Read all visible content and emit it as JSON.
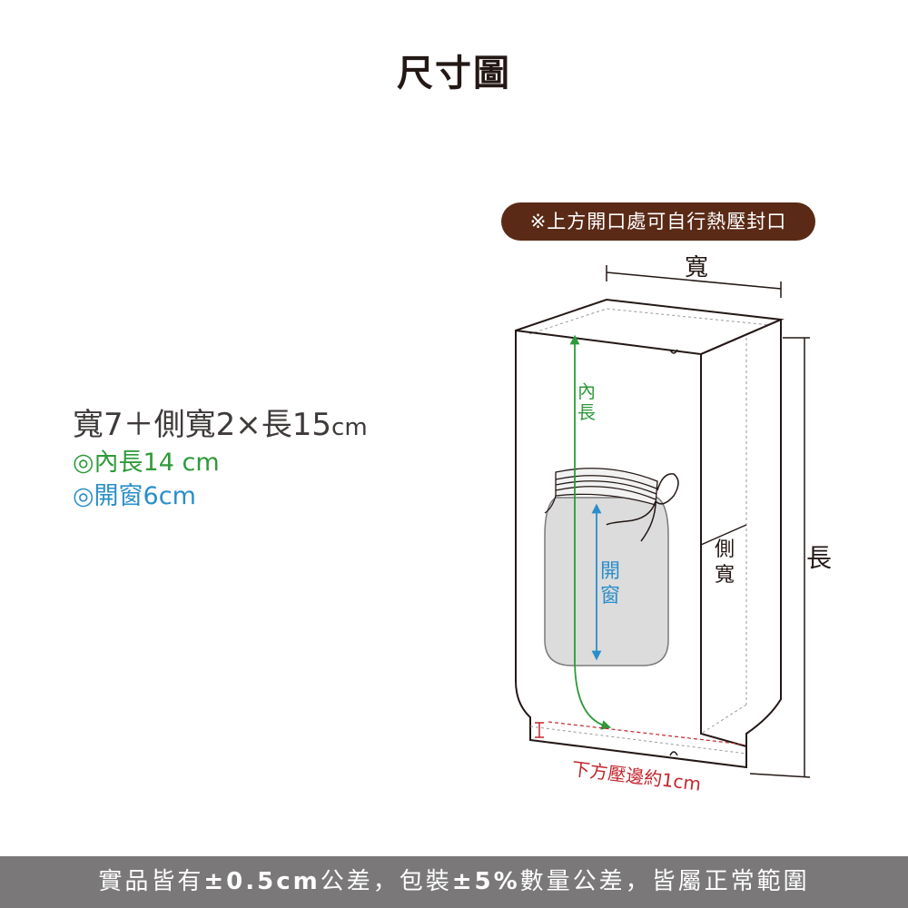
{
  "title": "尺寸圖",
  "spec": {
    "main_prefix": "寬",
    "main_w": "7",
    "main_mid1": "＋側寬",
    "main_side": "2",
    "main_mid2": "×長",
    "main_len": "15",
    "main_unit": "cm",
    "inner_length": "◎內長14 cm",
    "window": "◎開窗6cm"
  },
  "diagram": {
    "note": "※上方開口處可自行熱壓封口",
    "label_width": "寬",
    "label_length": "長",
    "label_side_width": [
      "側",
      "寬"
    ],
    "label_inner_length": [
      "內",
      "長"
    ],
    "label_window": [
      "開",
      "窗"
    ],
    "label_bottom_seal": "下方壓邊約1cm"
  },
  "footer": {
    "text_a": "實品皆有",
    "tol1": "±0.5cm",
    "text_b": "公差，包裝",
    "tol2": "±5%",
    "text_c": "數量公差，皆屬正常範圍"
  },
  "colors": {
    "outline": "#231815",
    "green": "#2e9a3a",
    "blue": "#2a8ec9",
    "red": "#c3262f",
    "pill": "#5a2a16",
    "footer": "#7a7878"
  }
}
